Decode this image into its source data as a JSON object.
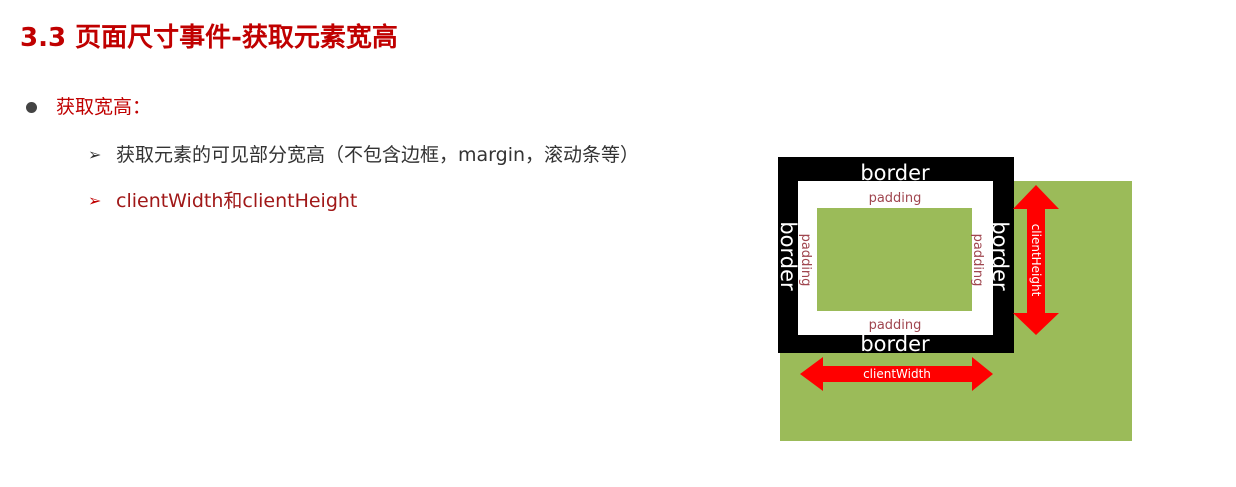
{
  "page": {
    "title": "3.3 页面尺寸事件-获取元素宽高"
  },
  "bullets": [
    {
      "text": "获取宽高：",
      "sub_items": [
        {
          "marker": "➢",
          "text": "获取元素的可见部分宽高（不包含边框，margin，滚动条等）"
        },
        {
          "marker": "➢",
          "text": "clientWidth和clientHeight"
        }
      ]
    }
  ],
  "diagram": {
    "border_label": "border",
    "padding_label": "padding",
    "client_width_label": "clientWidth",
    "client_height_label": "clientHeight",
    "colors": {
      "border": "#000000",
      "padding": "#ffffff",
      "content": "#9bbb59",
      "arrow": "#ff0000",
      "title": "#c00000"
    }
  }
}
